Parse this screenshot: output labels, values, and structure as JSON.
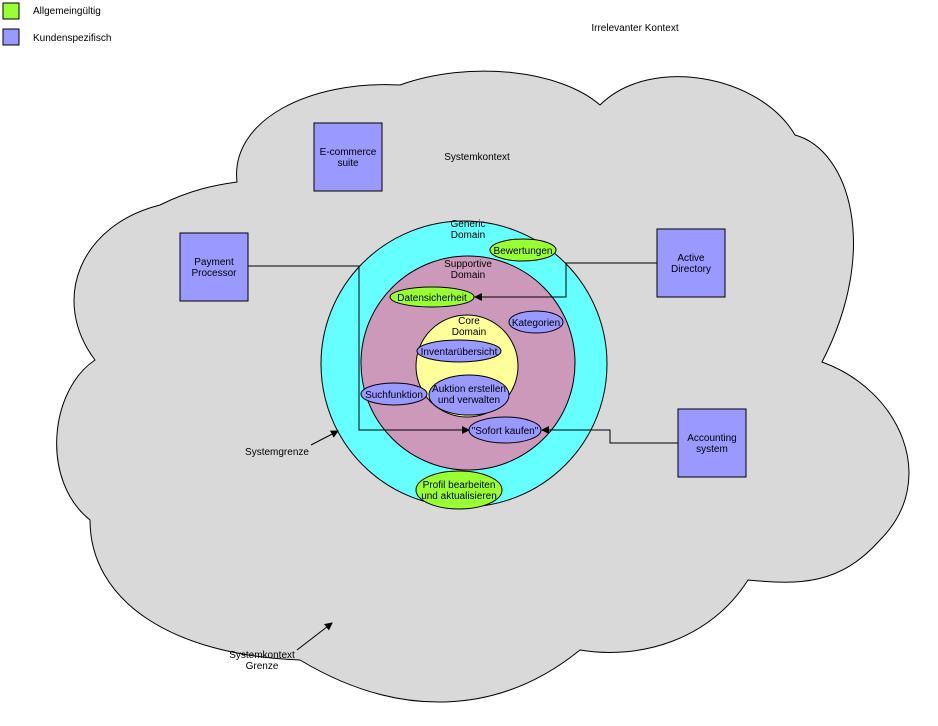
{
  "legend": {
    "items": [
      {
        "label": "Allgemeingültig",
        "color": "#99ff33"
      },
      {
        "label": "Kundenspezifisch",
        "color": "#9999ff"
      }
    ]
  },
  "labels": {
    "irrelevant": "Irrelevanter Kontext",
    "systemkontext": "Systemkontext",
    "systemgrenze": "Systemgrenze",
    "systemkontext_grenze": [
      "Systemkontext",
      "Grenze"
    ]
  },
  "domains": {
    "generic": [
      "Generic",
      "Domain"
    ],
    "supportive": [
      "Supportive",
      "Domain"
    ],
    "core": [
      "Core",
      "Domain"
    ]
  },
  "external_systems": {
    "ecommerce": [
      "E-commerce",
      "suite"
    ],
    "payment": [
      "Payment",
      "Processor"
    ],
    "active_directory": [
      "Active",
      "Directory"
    ],
    "accounting": [
      "Accounting",
      "system"
    ]
  },
  "features": {
    "bewertungen": [
      "Bewertungen"
    ],
    "datensicherheit": [
      "Datensicherheit"
    ],
    "kategorien": [
      "Kategorien"
    ],
    "inventar": [
      "Inventarübersicht"
    ],
    "suchfunktion": [
      "Suchfunktion"
    ],
    "auktion": [
      "Auktion erstellen",
      "und verwalten"
    ],
    "sofort": [
      "\"Sofort kaufen\""
    ],
    "profil": [
      "Profil bearbeiten",
      "und aktualisieren"
    ]
  },
  "colors": {
    "cloud": "#d9d9d9",
    "generic_domain": "#66ffff",
    "supportive_domain": "#cc99bb",
    "core_domain": "#ffff99",
    "allgemein": "#99ff33",
    "kundenspezifisch": "#9999ff"
  }
}
